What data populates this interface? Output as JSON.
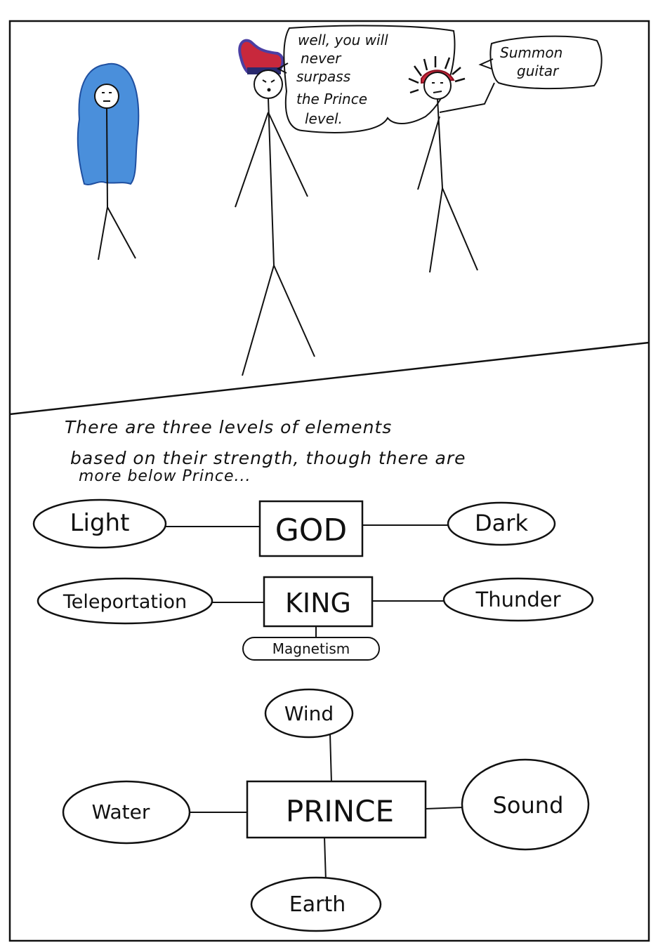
{
  "comic": {
    "panel1": {
      "prince_speech": {
        "lines": [
          "well, you will",
          "never",
          "surpass",
          "the Prince",
          "level."
        ]
      },
      "summoner_speech": {
        "lines": [
          "Summon",
          "guitar"
        ]
      }
    },
    "panel2": {
      "narration": [
        "There are three levels of elements",
        "based on their strength, though there are",
        "more below Prince..."
      ],
      "tiers": {
        "god": {
          "label": "GOD",
          "elements": {
            "left": "Light",
            "right": "Dark"
          }
        },
        "king": {
          "label": "KING",
          "elements": {
            "left": "Teleportation",
            "right": "Thunder",
            "below": "Magnetism"
          }
        },
        "prince": {
          "label": "PRINCE",
          "elements": {
            "top": "Wind",
            "left": "Water",
            "right": "Sound",
            "bottom": "Earth"
          }
        }
      }
    }
  },
  "colors": {
    "ink": "#111111",
    "blue_hair": "#3f86d6",
    "red_hair": "#c8283c",
    "purple_hair": "#4b3fa3"
  }
}
